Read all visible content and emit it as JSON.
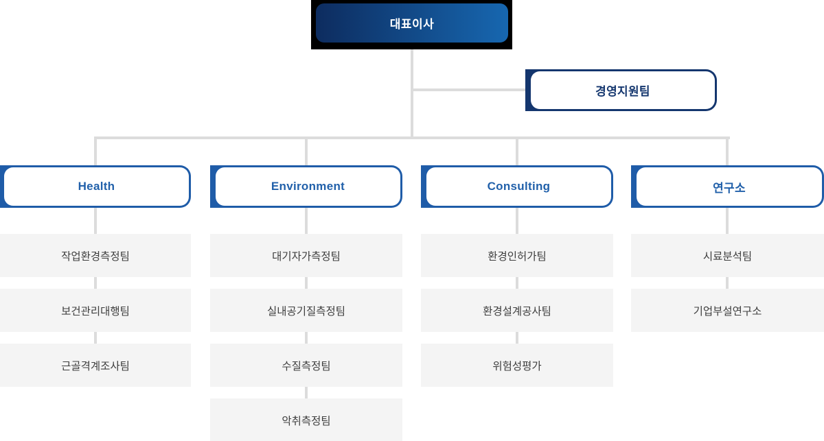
{
  "colors": {
    "ceo_gradient_start": "#0d2c5f",
    "ceo_gradient_end": "#1767b0",
    "ceo_frame": "#000000",
    "navy_accent": "#14366e",
    "blue_accent": "#1f5ca8",
    "blue_text": "#2160aa",
    "item_background": "#f4f4f4",
    "item_text": "#3e3e3e",
    "connector": "#dcdcdc",
    "background": "#ffffff"
  },
  "org": {
    "root": {
      "label": "대표이사"
    },
    "staff": {
      "label": "경영지원팀"
    },
    "columns": [
      {
        "label": "Health",
        "items": [
          "작업환경측정팀",
          "보건관리대행팀",
          "근골격계조사팀"
        ]
      },
      {
        "label": "Environment",
        "items": [
          "대기자가측정팀",
          "실내공기질측정팀",
          "수질측정팀",
          "악취측정팀"
        ]
      },
      {
        "label": "Consulting",
        "items": [
          "환경인허가팀",
          "환경설계공사팀",
          "위험성평가"
        ]
      },
      {
        "label": "연구소",
        "items": [
          "시료분석팀",
          "기업부설연구소"
        ]
      }
    ]
  }
}
